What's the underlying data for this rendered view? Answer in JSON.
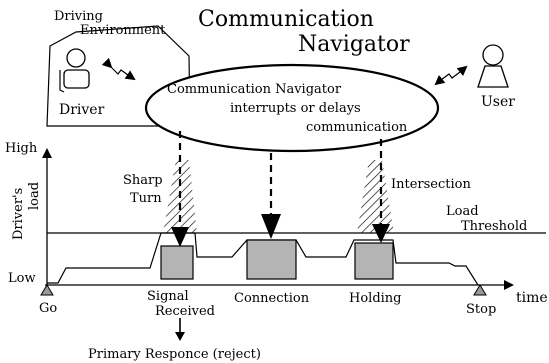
{
  "title": {
    "line1": "Communication",
    "line2": "Navigator"
  },
  "environment": {
    "line1": "Driving",
    "line2": "Environment"
  },
  "actors": {
    "driver": "Driver",
    "user": "User"
  },
  "navigator_bubble": {
    "line1": "Communication Navigator",
    "line2": "interrupts or delays",
    "line3": "communication"
  },
  "y_axis": {
    "label": "Driver's load",
    "label_line1": "Driver's",
    "label_line2": "load",
    "high": "High",
    "low": "Low"
  },
  "x_axis": {
    "label": "time"
  },
  "markers": {
    "start": "Go",
    "end": "Stop"
  },
  "annotations": {
    "sharp_turn_1": "Sharp",
    "sharp_turn_2": "Turn",
    "intersection": "Intersection",
    "threshold_1": "Load",
    "threshold_2": "Threshold"
  },
  "phases": {
    "signal_1": "Signal",
    "signal_2": "Received",
    "connection": "Connection",
    "holding": "Holding"
  },
  "primary_response": "Primary Responce (reject)"
}
